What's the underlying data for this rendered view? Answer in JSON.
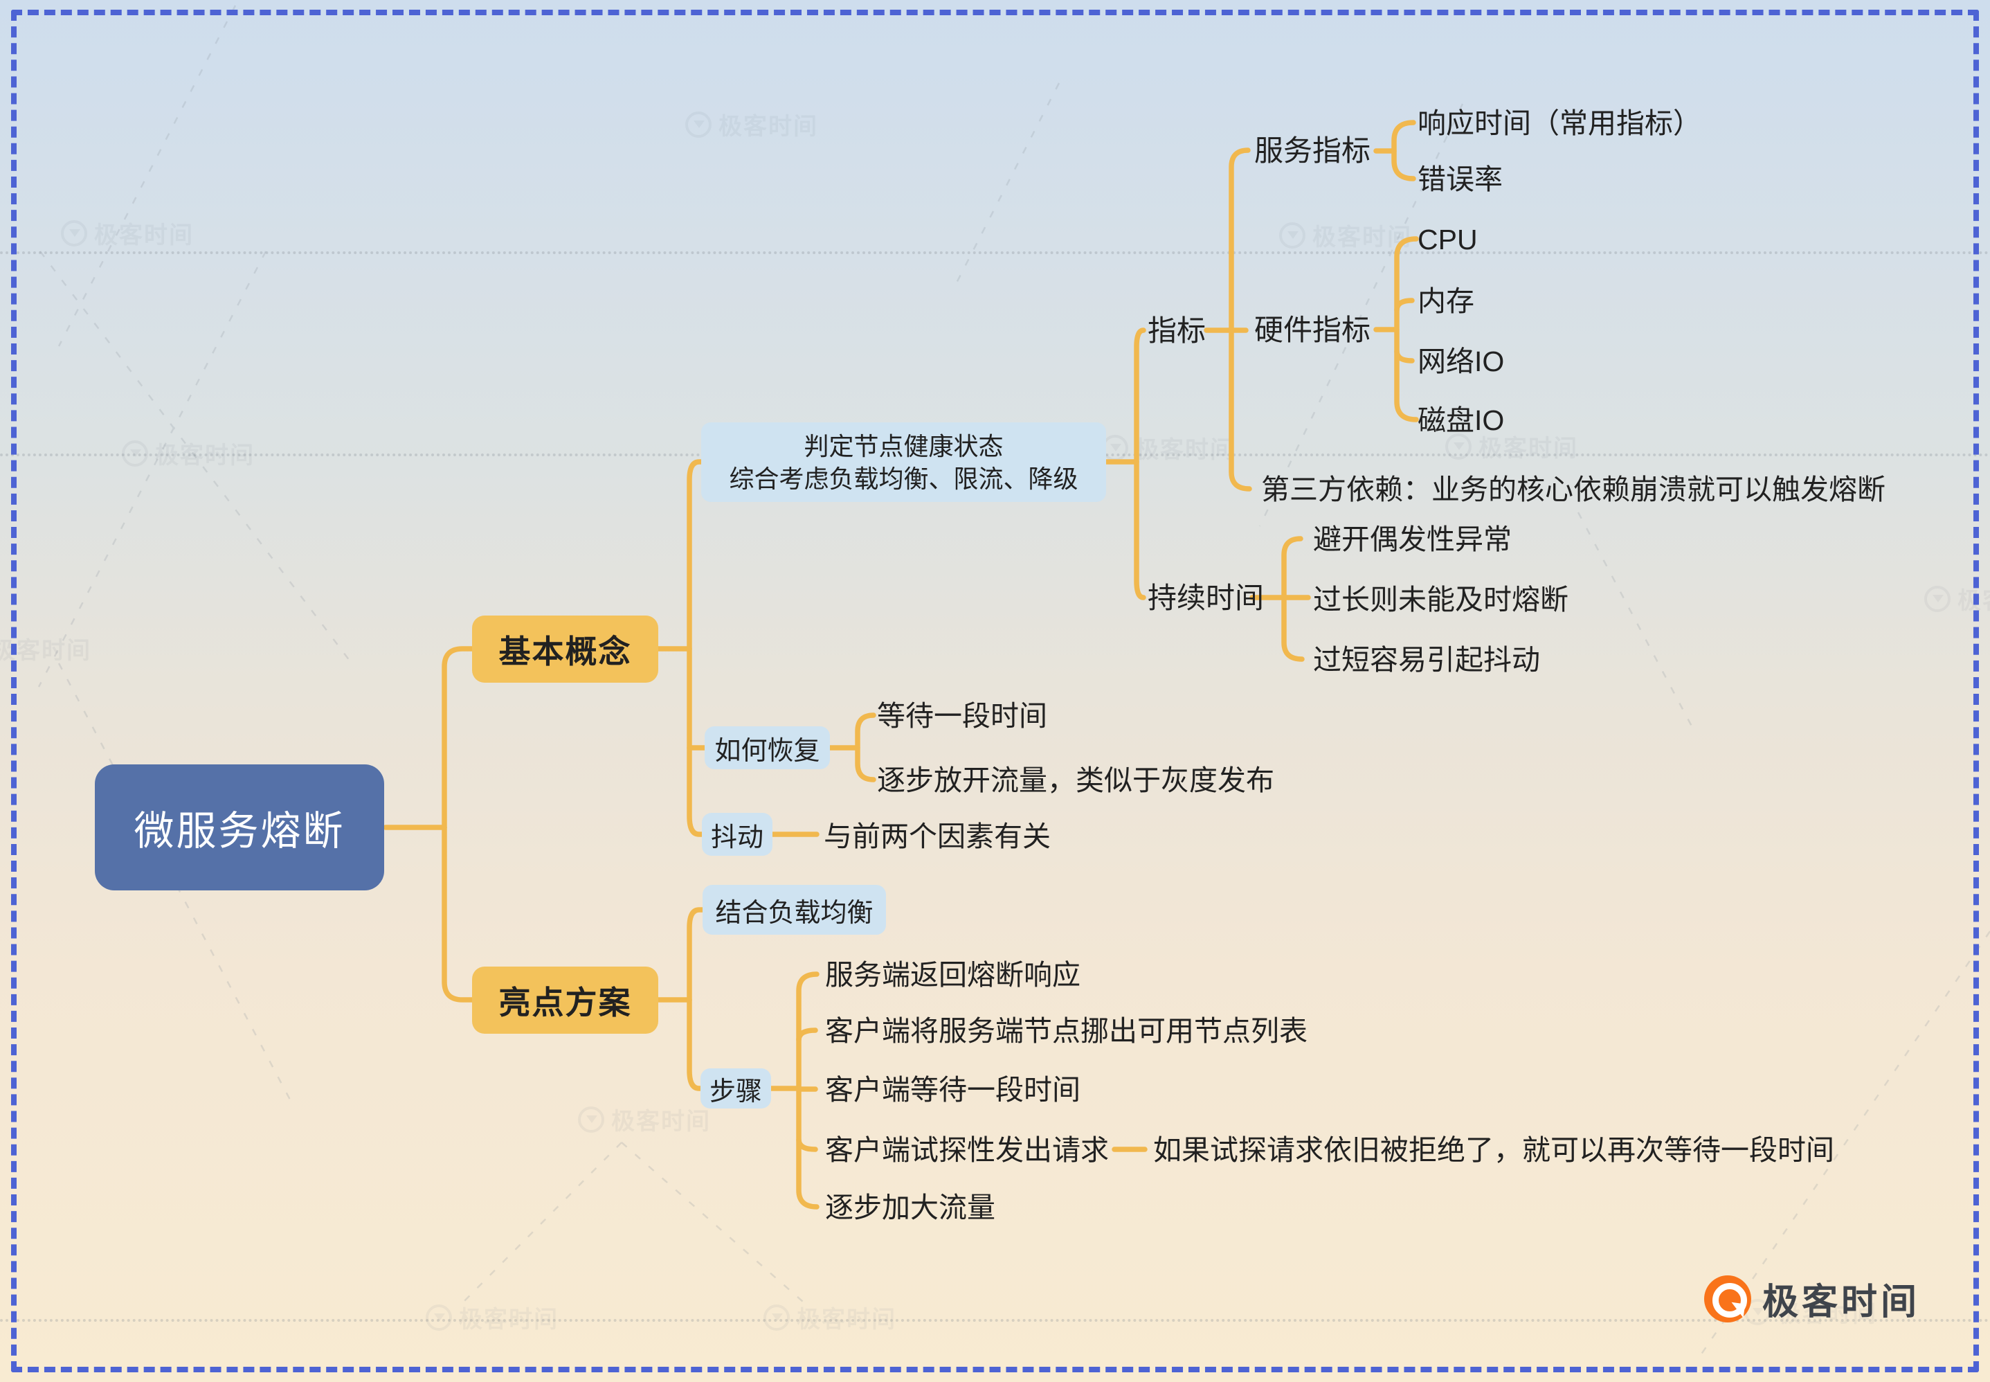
{
  "colors": {
    "background_top": "#cedded",
    "background_bottom": "#f8ebd2",
    "frame_border": "#4d63d4",
    "connector": "#f1b84e",
    "root_bg": "#5571a8",
    "root_text": "#ffffff",
    "topic_bg": "#f3c25b",
    "subtopic_bg": "#cfe3f1",
    "text": "#212121",
    "logo_orange": "#f2590f",
    "watermark_gray": "#8e959e"
  },
  "watermark": {
    "text": "极客时间"
  },
  "brand": {
    "logo_text": "极客时间"
  },
  "mindmap": {
    "root": {
      "label": "微服务熔断"
    },
    "basic": {
      "label": "基本概念",
      "judge": {
        "line1": "判定节点健康状态",
        "line2": "综合考虑负载均衡、限流、降级",
        "metrics": {
          "label": "指标",
          "service": {
            "label": "服务指标",
            "items": [
              "响应时间（常用指标）",
              "错误率"
            ]
          },
          "hardware": {
            "label": "硬件指标",
            "items": [
              "CPU",
              "内存",
              "网络IO",
              "磁盘IO"
            ]
          },
          "third_party": "第三方依赖：业务的核心依赖崩溃就可以触发熔断"
        },
        "duration": {
          "label": "持续时间",
          "items": [
            "避开偶发性异常",
            "过长则未能及时熔断",
            "过短容易引起抖动"
          ]
        }
      },
      "recovery": {
        "label": "如何恢复",
        "items": [
          "等待一段时间",
          "逐步放开流量，类似于灰度发布"
        ]
      },
      "jitter": {
        "label": "抖动",
        "note": "与前两个因素有关"
      }
    },
    "highlight": {
      "label": "亮点方案",
      "load_balance": {
        "label": "结合负载均衡"
      },
      "steps": {
        "label": "步骤",
        "items": [
          "服务端返回熔断响应",
          "客户端将服务端节点挪出可用节点列表",
          "客户端等待一段时间",
          "客户端试探性发出请求",
          "逐步加大流量"
        ],
        "probe_note": "如果试探请求依旧被拒绝了，就可以再次等待一段时间"
      }
    }
  }
}
